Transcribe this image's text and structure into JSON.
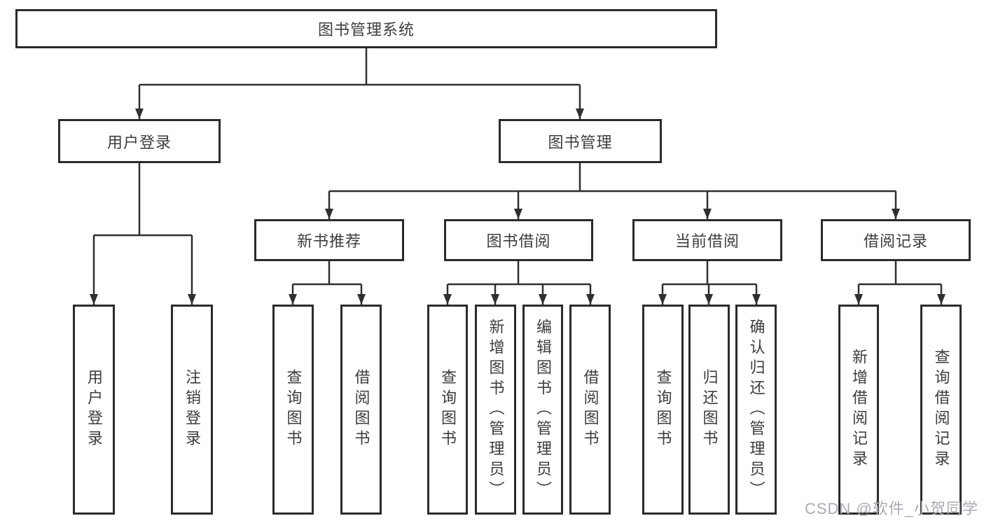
{
  "tree": {
    "label": "图书管理系统",
    "children": [
      {
        "label": "用户登录",
        "children": [
          {
            "label": "用户登录"
          },
          {
            "label": "注销登录"
          }
        ]
      },
      {
        "label": "图书管理",
        "children": [
          {
            "label": "新书推荐",
            "children": [
              {
                "label": "查询图书"
              },
              {
                "label": "借阅图书"
              }
            ]
          },
          {
            "label": "图书借阅",
            "children": [
              {
                "label": "查询图书"
              },
              {
                "label": "新增图书（管理员）"
              },
              {
                "label": "编辑图书（管理员）"
              },
              {
                "label": "借阅图书"
              }
            ]
          },
          {
            "label": "当前借阅",
            "children": [
              {
                "label": "查询图书"
              },
              {
                "label": "归还图书"
              },
              {
                "label": "确认归还（管理员）"
              }
            ]
          },
          {
            "label": "借阅记录",
            "children": [
              {
                "label": "新增借阅记录"
              },
              {
                "label": "查询借阅记录"
              }
            ]
          }
        ]
      }
    ]
  },
  "watermark": "CSDN @软件_小贺同学",
  "colors": {
    "line": "#2f2f2f",
    "box_border": "#2b2b2b",
    "box_fill": "#ffffff",
    "text": "#3d3d3d",
    "watermark": "#a8acb1",
    "background": "#ffffff"
  }
}
